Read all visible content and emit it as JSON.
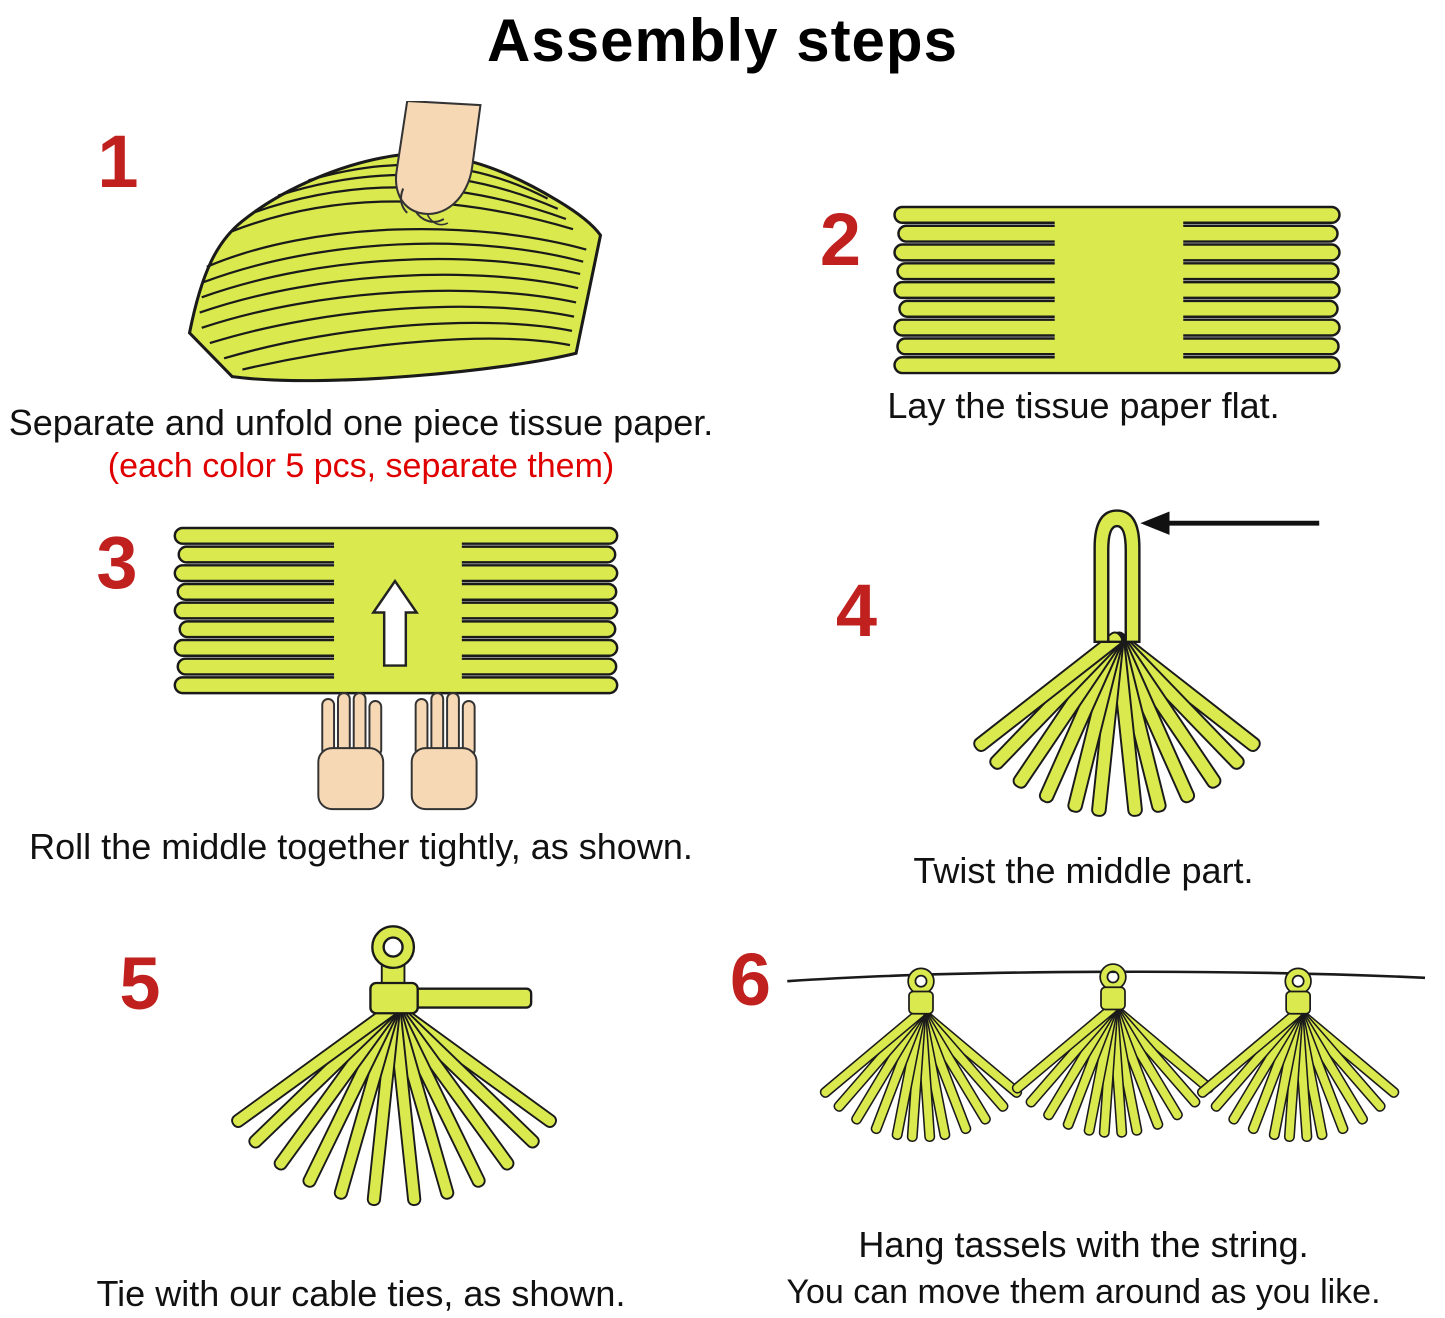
{
  "title": "Assembly steps",
  "colors": {
    "tissue": "#d9e94e",
    "outline": "#1a1a1a",
    "skin": "#f7d8b5",
    "step_number": "#c0201e",
    "note": "#e00000",
    "text": "#111111",
    "background": "#ffffff"
  },
  "steps": [
    {
      "number": "1",
      "caption": "Separate and unfold one piece tissue paper.",
      "note": "(each color 5 pcs, separate them)"
    },
    {
      "number": "2",
      "caption": "Lay the tissue paper flat."
    },
    {
      "number": "3",
      "caption": "Roll the middle together tightly, as shown."
    },
    {
      "number": "4",
      "caption": "Twist the middle part."
    },
    {
      "number": "5",
      "caption": "Tie with our cable ties, as shown."
    },
    {
      "number": "6",
      "caption": "Hang tassels with the string.",
      "caption2": "You can move them around as you like."
    }
  ]
}
